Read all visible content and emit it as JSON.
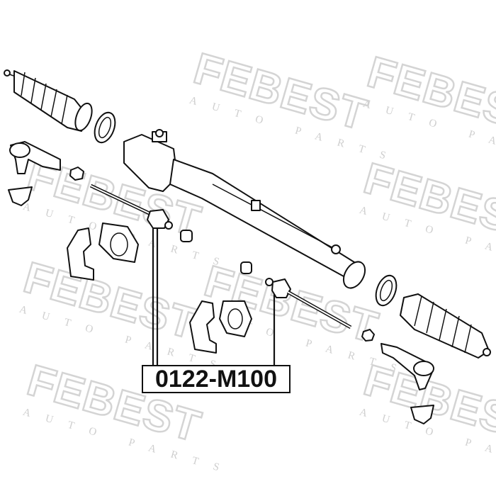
{
  "watermark": {
    "brand": "FEBEST",
    "sub": "AUTO PARTS"
  },
  "part_number": "0122-M100"
}
